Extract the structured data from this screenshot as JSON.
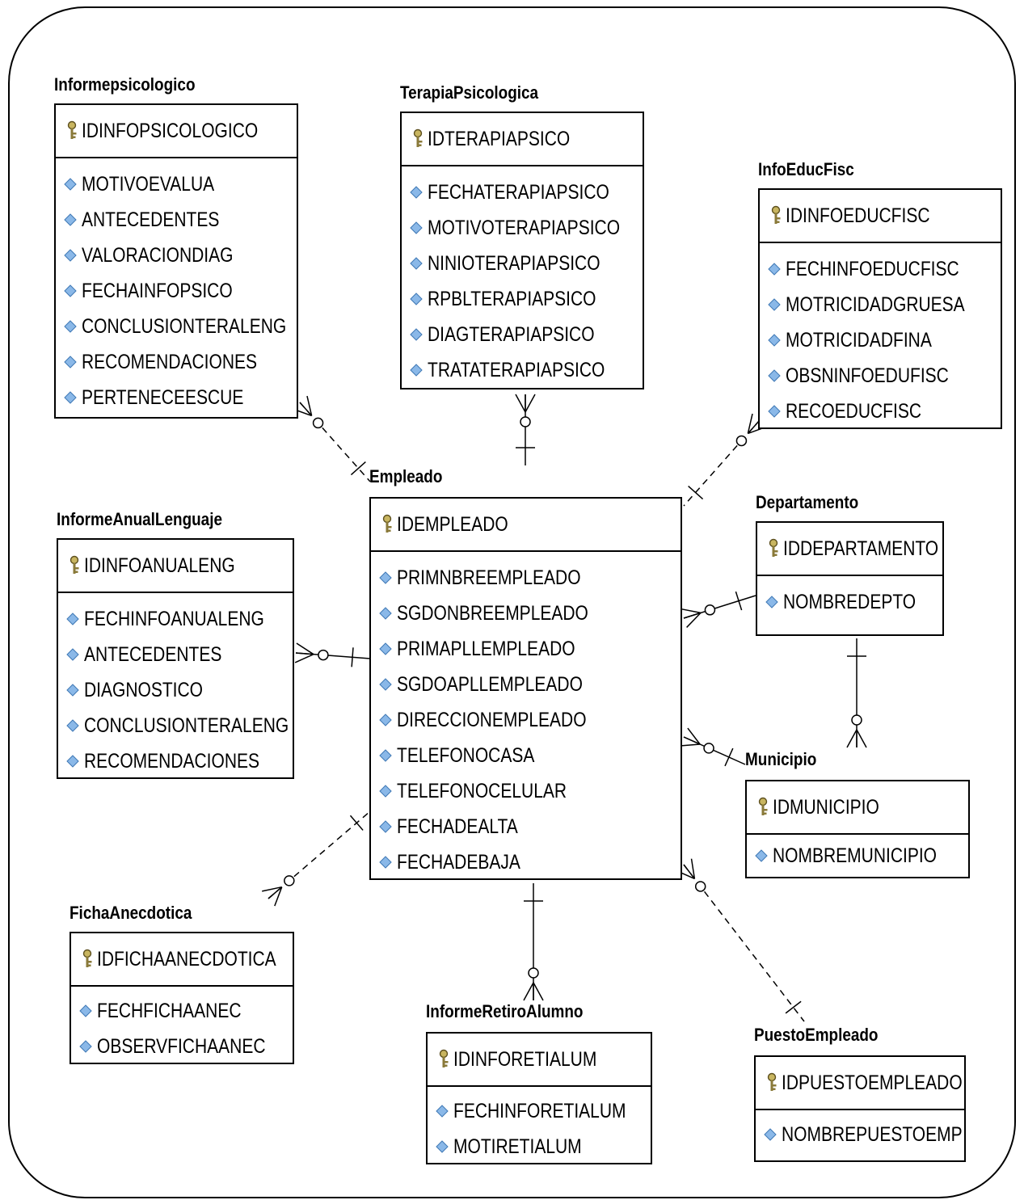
{
  "entities": {
    "informepsicologico": {
      "name": "Informepsicologico",
      "pk": "IDINFOPSICOLOGICO",
      "attributes": [
        "MOTIVOEVALUA",
        "ANTECEDENTES",
        "VALORACIONDIAG",
        "FECHAINFOPSICO",
        "CONCLUSIONTERALENG",
        "RECOMENDACIONES",
        "PERTENECEESCUE"
      ]
    },
    "terapiapsicologica": {
      "name": "TerapiaPsicologica",
      "pk": "IDTERAPIAPSICO",
      "attributes": [
        "FECHATERAPIAPSICO",
        "MOTIVOTERAPIAPSICO",
        "NINIOTERAPIAPSICO",
        "RPBLTERAPIAPSICO",
        "DIAGTERAPIAPSICO",
        "TRATATERAPIAPSICO"
      ]
    },
    "infoeducfisc": {
      "name": "InfoEducFisc",
      "pk": "IDINFOEDUCFISC",
      "attributes": [
        "FECHINFOEDUCFISC",
        "MOTRICIDADGRUESA",
        "MOTRICIDADFINA",
        "OBSNINFOEDUFISC",
        "RECOEDUCFISC"
      ]
    },
    "empleado": {
      "name": "Empleado",
      "pk": "IDEMPLEADO",
      "attributes": [
        "PRIMNBREEMPLEADO",
        "SGDONBREEMPLEADO",
        "PRIMAPLLEMPLEADO",
        "SGDOAPLLEMPLEADO",
        "DIRECCIONEMPLEADO",
        "TELEFONOCASA",
        "TELEFONOCELULAR",
        "FECHADEALTA",
        "FECHADEBAJA"
      ]
    },
    "departamento": {
      "name": "Departamento",
      "pk": "IDDEPARTAMENTO",
      "attributes": [
        "NOMBREDEPTO"
      ]
    },
    "informeanuallenguaje": {
      "name": "InformeAnualLenguaje",
      "pk": "IDINFOANUALENG",
      "attributes": [
        "FECHINFOANUALENG",
        "ANTECEDENTES",
        "DIAGNOSTICO",
        "CONCLUSIONTERALENG",
        "RECOMENDACIONES"
      ]
    },
    "municipio": {
      "name": "Municipio",
      "pk": "IDMUNICIPIO",
      "attributes": [
        "NOMBREMUNICIPIO"
      ]
    },
    "fichaanecdotica": {
      "name": "FichaAnecdotica",
      "pk": "IDFICHAANECDOTICA",
      "attributes": [
        "FECHFICHAANEC",
        "OBSERVFICHAANEC"
      ]
    },
    "informeretiroalumno": {
      "name": "InformeRetiroAlumno",
      "pk": "IDINFORETIALUM",
      "attributes": [
        "FECHINFORETIALUM",
        "MOTIRETIALUM"
      ]
    },
    "puestoempleado": {
      "name": "PuestoEmpleado",
      "pk": "IDPUESTOEMPLEADO",
      "attributes": [
        "NOMBREPUESTOEMP"
      ]
    }
  },
  "colors": {
    "line": "#000000",
    "attribute_icon": "#8ab8e8",
    "key_icon": "#8a7a3a"
  },
  "icons": {
    "primary_key": "key-icon",
    "attribute": "diamond-icon"
  }
}
